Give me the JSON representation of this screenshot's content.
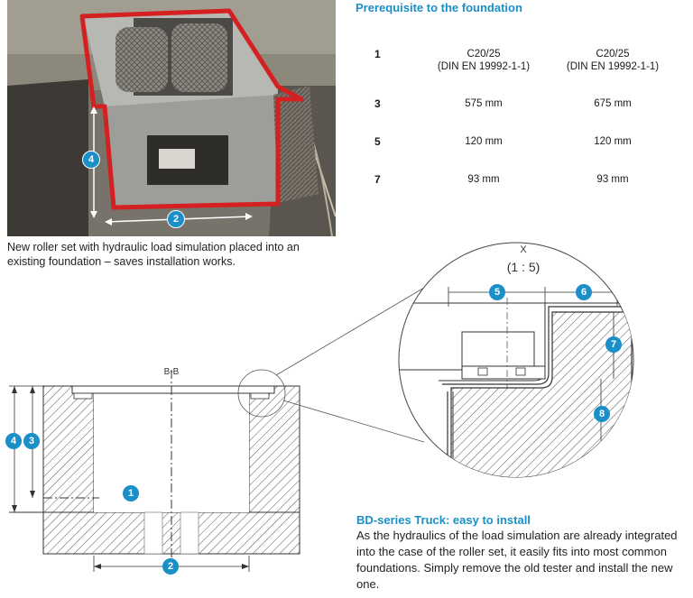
{
  "section_heading": "Prerequisite to the foundation",
  "spec_table": {
    "rows": [
      {
        "num": "1",
        "a_line1": "C20/25",
        "a_line2": "(DIN EN 19992-1-1)",
        "b_line1": "C20/25",
        "b_line2": "(DIN EN 19992-1-1)"
      },
      {
        "num": "3",
        "a_line1": "575 mm",
        "a_line2": "",
        "b_line1": "675 mm",
        "b_line2": ""
      },
      {
        "num": "5",
        "a_line1": "120 mm",
        "a_line2": "",
        "b_line1": "120 mm",
        "b_line2": ""
      },
      {
        "num": "7",
        "a_line1": "93 mm",
        "a_line2": "",
        "b_line1": "93 mm",
        "b_line2": ""
      }
    ]
  },
  "photo": {
    "caption": "New roller set with hydraulic load simulation placed into an existing foundation – saves installation works.",
    "markers": [
      "4",
      "2"
    ]
  },
  "drawing": {
    "section_label": "B-B",
    "detail_label": "X",
    "detail_scale": "(1 : 5)",
    "markers": [
      "1",
      "2",
      "3",
      "4"
    ],
    "detail_markers": [
      "5",
      "6",
      "7",
      "8"
    ]
  },
  "bd": {
    "title": "BD-series Truck: easy to install",
    "text": "As the hydraulics of the load simulation are already integrated into the case of the roller set, it easily fits into most common foundations. Simply remove the old tester and install the new one."
  },
  "colors": {
    "accent": "#1a8fc8",
    "highlight": "#d42020",
    "marker": "#1a8fc8"
  }
}
